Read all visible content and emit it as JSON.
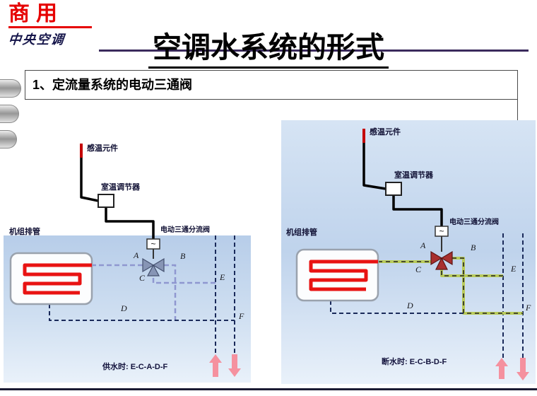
{
  "colors": {
    "brand_red": "#e60000",
    "accent_line": "#3a2a5c",
    "pipe_navy": "#1a2a5a",
    "pipe_lavender": "#8f97d0",
    "pipe_green": "#b9cb5a",
    "coil_red": "#e81313",
    "arrow_pink": "#f5919f"
  },
  "logo": {
    "brand_top": "商用",
    "brand_bottom": "中央空调"
  },
  "header": {
    "title": "空调水系统的形式"
  },
  "section": {
    "heading": "1、定流量系统的电动三通阀"
  },
  "left_diagram": {
    "sensor_label": "感温元件",
    "thermostat_label": "室温调节器",
    "valve_label": "电动三通分流阀",
    "coil_label": "机组排管",
    "actuator_symbol": "~",
    "ports": {
      "A": "A",
      "B": "B",
      "C": "C",
      "D": "D",
      "E": "E",
      "F": "F"
    },
    "flow_note": "供水时: E-C-A-D-F"
  },
  "right_diagram": {
    "sensor_label": "感温元件",
    "thermostat_label": "室温调节器",
    "valve_label": "电动三通分流阀",
    "coil_label": "机组排管",
    "actuator_symbol": "~",
    "ports": {
      "A": "A",
      "B": "B",
      "C": "C",
      "D": "D",
      "E": "E",
      "F": "F"
    },
    "flow_note": "断水时: E-C-B-D-F"
  }
}
